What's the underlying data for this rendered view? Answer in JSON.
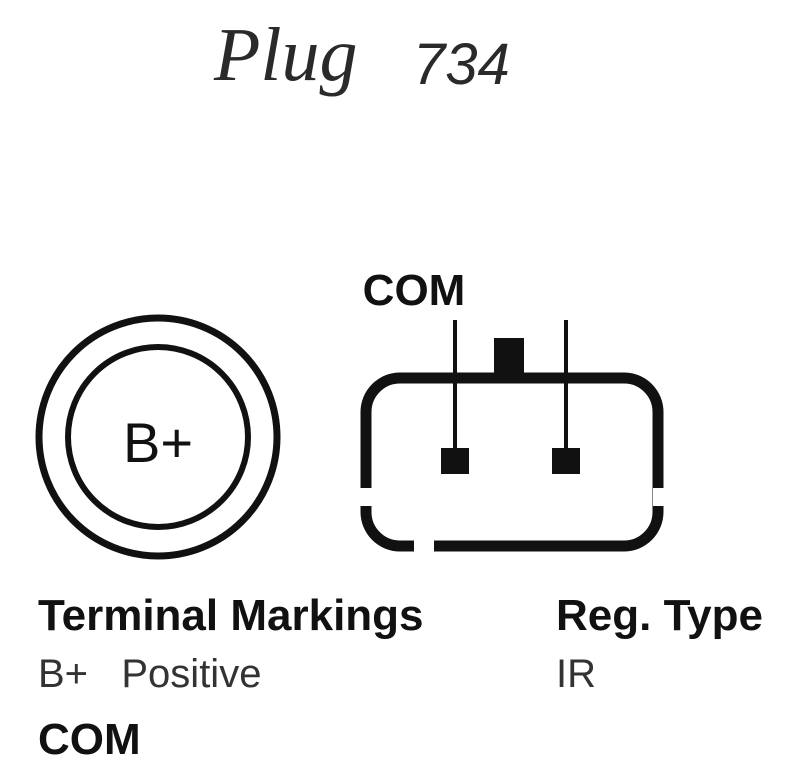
{
  "title": {
    "word": "Plug",
    "number": "734"
  },
  "connector": {
    "pin_label": "COM",
    "stud_label": "B+"
  },
  "legend": {
    "terminal_heading": "Terminal Markings",
    "terminal_items": [
      "B+   Positive"
    ],
    "terminal_com": "COM",
    "reg_heading": "Reg. Type",
    "reg_value": "IR"
  },
  "colors": {
    "ink": "#111111",
    "background": "#ffffff"
  }
}
